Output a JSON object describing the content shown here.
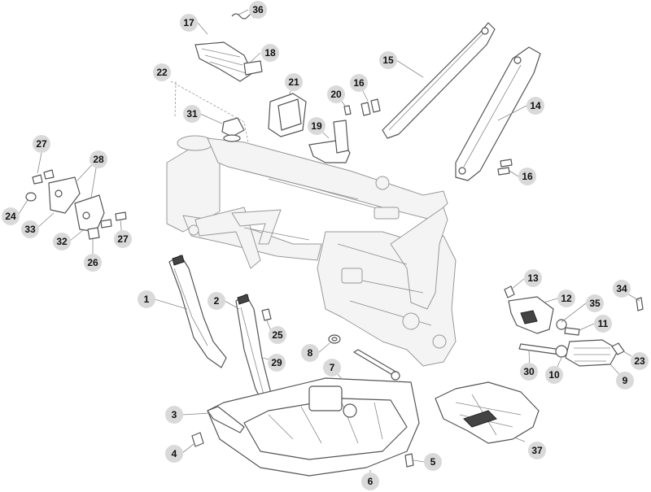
{
  "callouts": [
    {
      "id": "1",
      "label": "1"
    },
    {
      "id": "2",
      "label": "2"
    },
    {
      "id": "3",
      "label": "3"
    },
    {
      "id": "4",
      "label": "4"
    },
    {
      "id": "5",
      "label": "5"
    },
    {
      "id": "6",
      "label": "6"
    },
    {
      "id": "7",
      "label": "7"
    },
    {
      "id": "8",
      "label": "8"
    },
    {
      "id": "9",
      "label": "9"
    },
    {
      "id": "10",
      "label": "10"
    },
    {
      "id": "11",
      "label": "11"
    },
    {
      "id": "12",
      "label": "12"
    },
    {
      "id": "13",
      "label": "13"
    },
    {
      "id": "14",
      "label": "14"
    },
    {
      "id": "15",
      "label": "15"
    },
    {
      "id": "16a",
      "label": "16"
    },
    {
      "id": "16b",
      "label": "16"
    },
    {
      "id": "17",
      "label": "17"
    },
    {
      "id": "18",
      "label": "18"
    },
    {
      "id": "19",
      "label": "19"
    },
    {
      "id": "20",
      "label": "20"
    },
    {
      "id": "21",
      "label": "21"
    },
    {
      "id": "22",
      "label": "22"
    },
    {
      "id": "23",
      "label": "23"
    },
    {
      "id": "24",
      "label": "24"
    },
    {
      "id": "25",
      "label": "25"
    },
    {
      "id": "26",
      "label": "26"
    },
    {
      "id": "27a",
      "label": "27"
    },
    {
      "id": "27b",
      "label": "27"
    },
    {
      "id": "28",
      "label": "28"
    },
    {
      "id": "29",
      "label": "29"
    },
    {
      "id": "30",
      "label": "30"
    },
    {
      "id": "31",
      "label": "31"
    },
    {
      "id": "32",
      "label": "32"
    },
    {
      "id": "33",
      "label": "33"
    },
    {
      "id": "34",
      "label": "34"
    },
    {
      "id": "35",
      "label": "35"
    },
    {
      "id": "36",
      "label": "36"
    },
    {
      "id": "37",
      "label": "37"
    }
  ]
}
